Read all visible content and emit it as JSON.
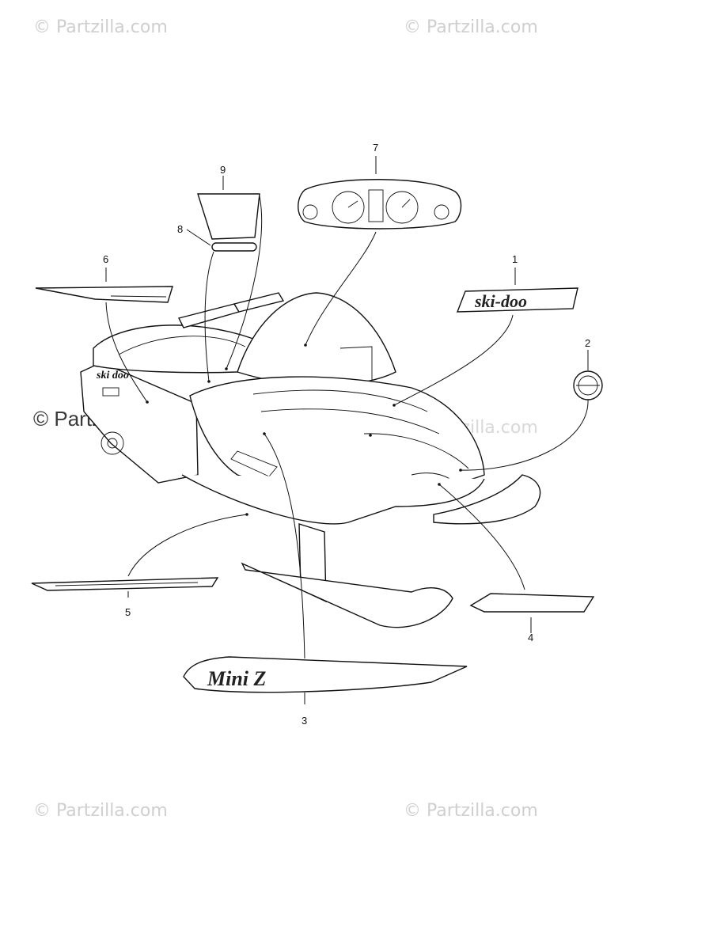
{
  "watermarks": {
    "top_left": "© Partzilla.com",
    "top_right": "© Partzilla.com",
    "middle_left": "© Partzilla.com",
    "middle_right": "© Partzilla.com",
    "bottom_left": "© Partzilla.com",
    "bottom_right": "© Partzilla.com"
  },
  "callouts": [
    "1",
    "2",
    "3",
    "4",
    "5",
    "6",
    "7",
    "8",
    "9"
  ],
  "decal_logo_text": "ski-doo",
  "hood_logo_text": "ski doo",
  "side_decal_text": "Mini Z"
}
